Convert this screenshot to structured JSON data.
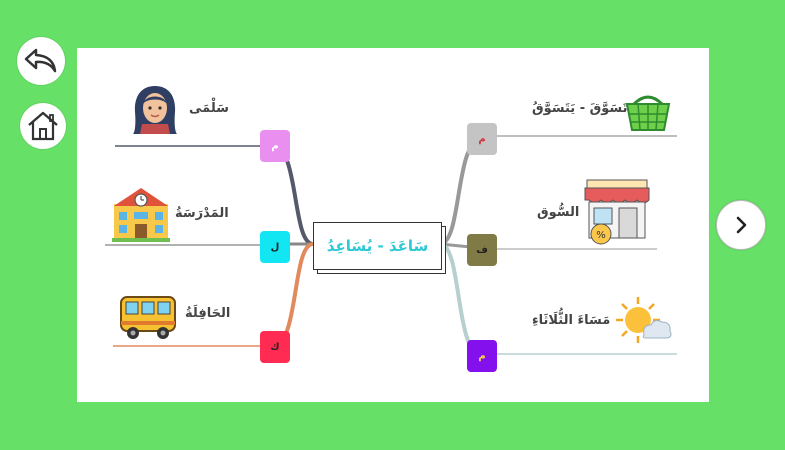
{
  "nav": {
    "back": "back",
    "home": "home",
    "next": "next"
  },
  "center": {
    "text": "سَاعَدَ - يُسَاعِدُ"
  },
  "left_branches": [
    {
      "label": "سَلْمَى",
      "badge": "م",
      "badge_color": "#e98ff0",
      "line_color": "#555a6a"
    },
    {
      "label": "المَدْرَسَةُ",
      "badge": "ل",
      "badge_color": "#11e6f2",
      "line_color": "#888888"
    },
    {
      "label": "الحَافِلَةُ",
      "badge": "ك",
      "badge_color": "#ff2b52",
      "line_color": "#e08a5e"
    }
  ],
  "right_branches": [
    {
      "label": "تَسَوَّقَ - يَتَسَوَّقُ",
      "badge": "م",
      "badge_color": "#c4c4c4",
      "line_color": "#999999"
    },
    {
      "label": "السُّوق",
      "badge": "ف",
      "badge_color": "#7f7a46",
      "line_color": "#999999"
    },
    {
      "label": "مَسَاءَ الثُّلَاثَاءِ",
      "badge": "م",
      "badge_color": "#8410ee",
      "line_color": "#b7cfcf"
    }
  ]
}
